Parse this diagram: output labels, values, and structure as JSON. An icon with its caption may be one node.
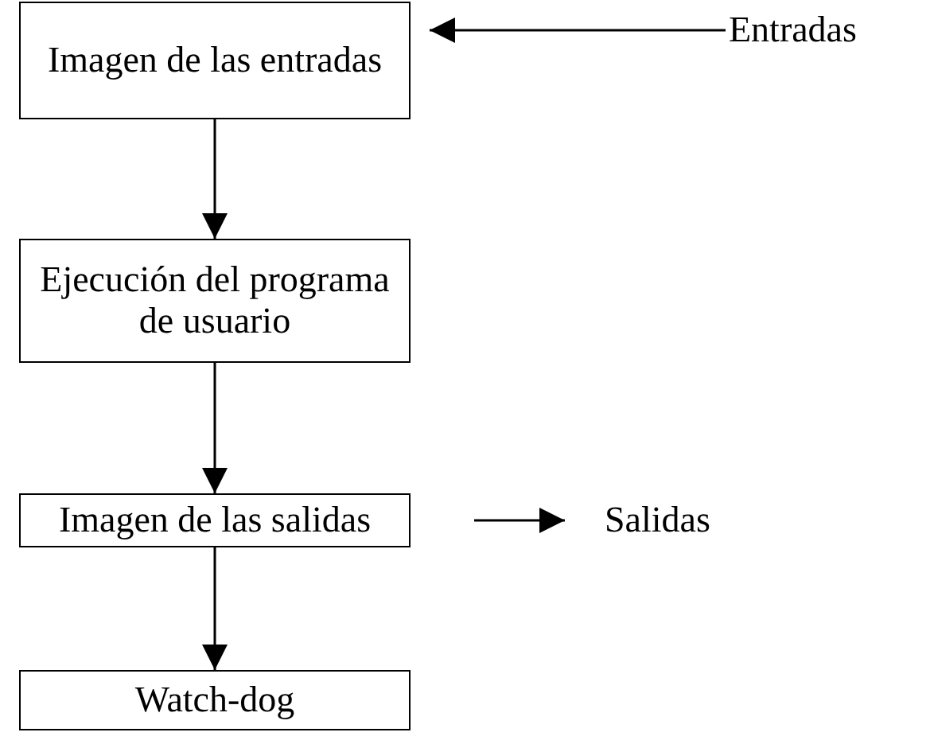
{
  "diagram": {
    "nodes": [
      {
        "text": [
          "Imagen de las entradas"
        ]
      },
      {
        "text": [
          "Ejecución del programa de usuario"
        ]
      },
      {
        "text": [
          "Imagen de las salidas"
        ]
      },
      {
        "text": [
          "Watch-dog"
        ]
      },
      {
        "text": [
          "Entradas"
        ]
      },
      {
        "text": [
          "Salidas"
        ]
      }
    ],
    "edges": [
      {
        "from": 0,
        "to": 1,
        "arrow": "to"
      },
      {
        "from": 1,
        "to": 2,
        "arrow": "to"
      },
      {
        "from": 2,
        "to": 3,
        "arrow": "to"
      },
      {
        "from": 4,
        "to": 0,
        "arrow": "to"
      },
      {
        "from": 2,
        "to": 5,
        "arrow": "to"
      }
    ]
  }
}
